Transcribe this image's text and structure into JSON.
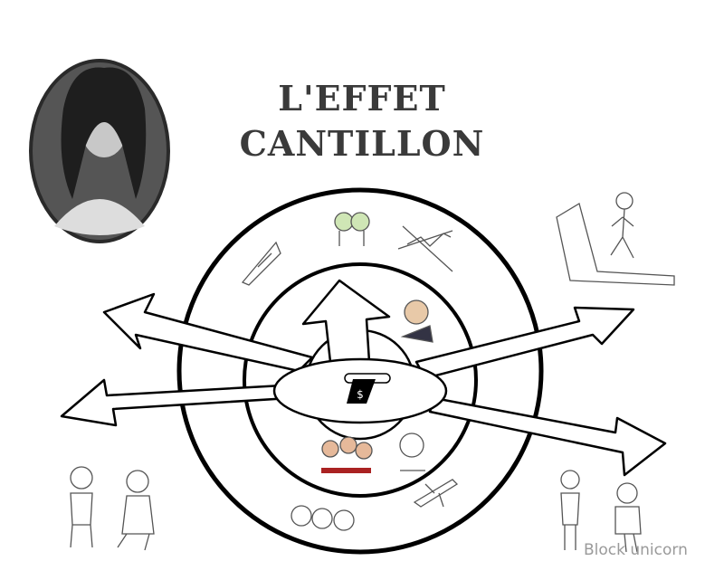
{
  "title": {
    "line1": "L'EFFET",
    "line2": "CANTILLON"
  },
  "center_logo": {
    "symbol": "$"
  },
  "watermark": {
    "text": "Block unicorn"
  },
  "icons": [
    "portrait",
    "yacht",
    "money-bag-man",
    "rising-chart",
    "treadmill-runner",
    "banker",
    "billionaires",
    "businessman",
    "money-bags",
    "private-jet",
    "poor-children",
    "sitting-couple"
  ]
}
